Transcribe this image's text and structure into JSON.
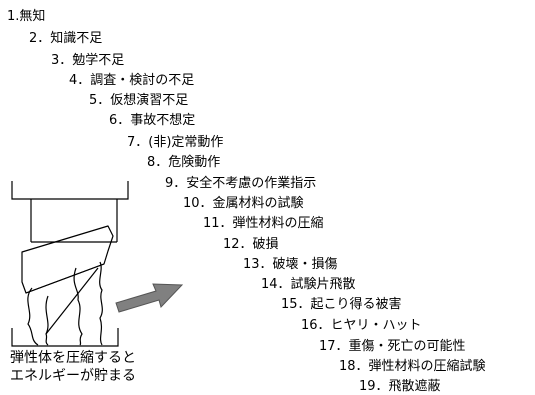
{
  "items": [
    {
      "label": "1.無知"
    },
    {
      "label": "2．知識不足"
    },
    {
      "label": "3．勉学不足"
    },
    {
      "label": "4．調査・検討の不足"
    },
    {
      "label": "5．仮想演習不足"
    },
    {
      "label": "6．事故不想定"
    },
    {
      "label": "7．(非)定常動作"
    },
    {
      "label": "8．危険動作"
    },
    {
      "label": "9．安全不考慮の作業指示"
    },
    {
      "label": "10．金属材料の試験"
    },
    {
      "label": "11．弾性材料の圧縮"
    },
    {
      "label": "12．破損"
    },
    {
      "label": "13．破壊・損傷"
    },
    {
      "label": "14．試験片飛散"
    },
    {
      "label": "15．起こり得る被害"
    },
    {
      "label": "16．ヒヤリ・ハット"
    },
    {
      "label": "17．重傷・死亡の可能性"
    },
    {
      "label": "18．弾性材料の圧縮試験"
    },
    {
      "label": "19．飛散遮蔽"
    }
  ],
  "caption": {
    "line1": "弾性体を圧縮すると",
    "line2": "エネルギーが貯まる"
  },
  "colors": {
    "text": "#000000",
    "arrow_fill": "#808080",
    "arrow_stroke": "#555555",
    "background": "#ffffff"
  },
  "icons": {
    "arrow": "arrow-right-icon"
  }
}
